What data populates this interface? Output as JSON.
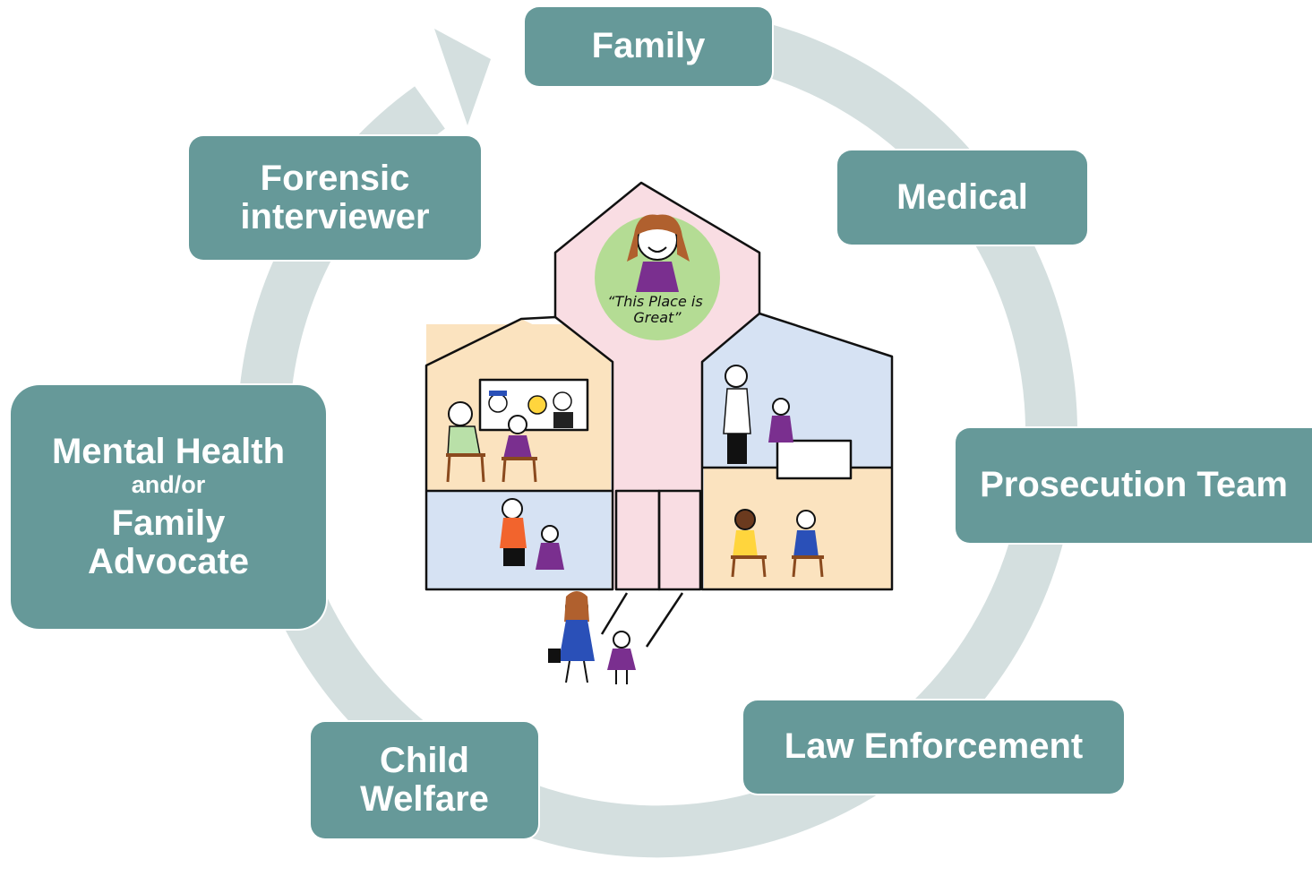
{
  "roles": {
    "family": "Family",
    "medical": "Medical",
    "forensic_line1": "Forensic",
    "forensic_line2": "interviewer",
    "mental_health": "Mental Health",
    "and_or": "and/or",
    "family_advocate_line1": "Family",
    "family_advocate_line2": "Advocate",
    "prosecution": "Prosecution Team",
    "child_welfare_line1": "Child",
    "child_welfare_line2": "Welfare",
    "law_enforcement": "Law Enforcement"
  },
  "illustration": {
    "caption_line1": "“This Place is",
    "caption_line2": "Great”"
  },
  "colors": {
    "box_fill": "#669999",
    "cycle_arrow": "#d4dfdf",
    "tower_fill": "#f9dde3",
    "room_peach": "#fbe3bf",
    "room_blue": "#d6e2f3",
    "badge_green": "#b4dc94",
    "purple": "#7a2f8f"
  }
}
